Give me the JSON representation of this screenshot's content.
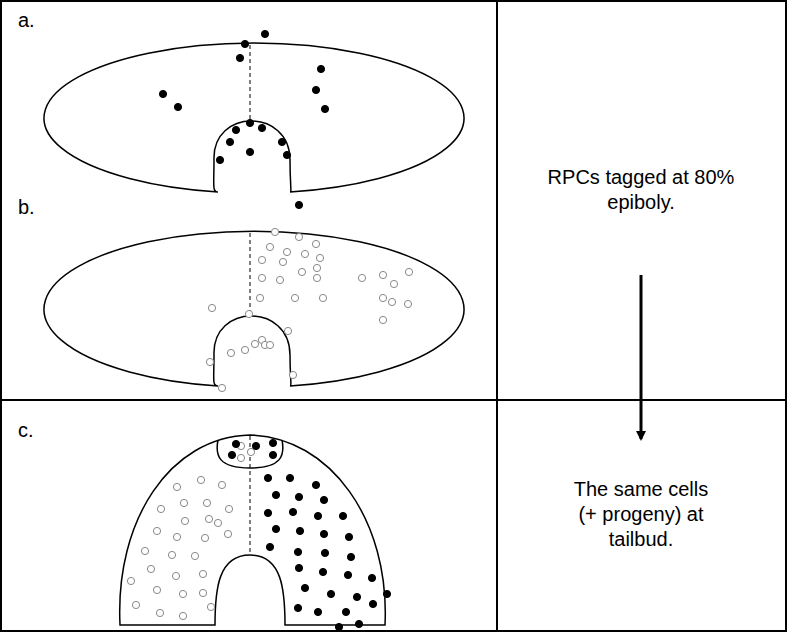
{
  "diagram": {
    "nodes": [
      {
        "text": [
          "RPCs tagged at 80% epiboly."
        ]
      },
      {
        "text": [
          "The same cells (+ progeny) at tailbud."
        ]
      }
    ],
    "edges": [
      {
        "from": 0,
        "to": 1,
        "arrow": "to"
      }
    ],
    "labels": [
      "a.",
      "b.",
      "c."
    ]
  }
}
